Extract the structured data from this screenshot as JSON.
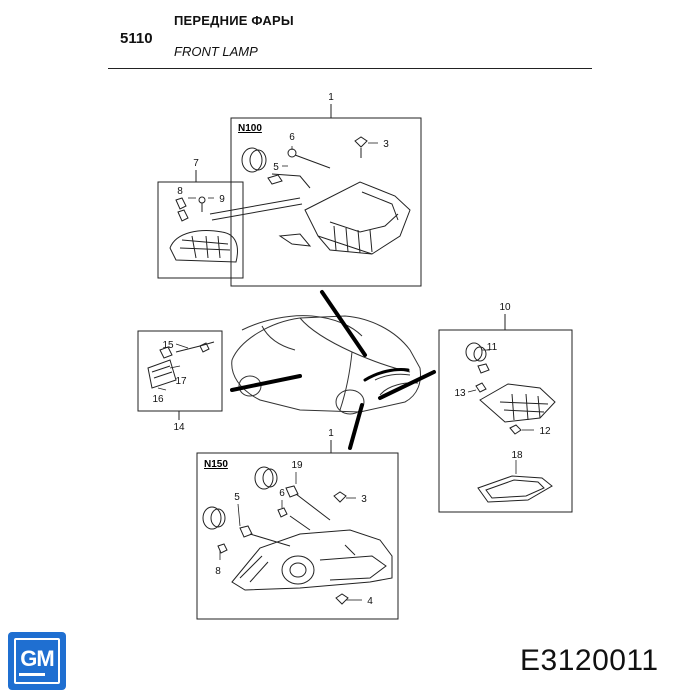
{
  "header": {
    "section_code": "5110",
    "title_ru": "ПЕРЕДНИЕ ФАРЫ",
    "title_en": "FRONT LAMP"
  },
  "part_code": "E3120011",
  "logo": {
    "text": "GM",
    "color": "#1f6fd1"
  },
  "panels": {
    "top_lamp_variant": "N100",
    "bottom_lamp_variant": "N150"
  },
  "callouts": {
    "c1a": "1",
    "c1b": "1",
    "c3a": "3",
    "c3b": "3",
    "c4": "4",
    "c5a": "5",
    "c5b": "5",
    "c6a": "6",
    "c6b": "6",
    "c7": "7",
    "c8a": "8",
    "c8b": "8",
    "c9": "9",
    "c10": "10",
    "c11": "11",
    "c12": "12",
    "c13": "13",
    "c14": "14",
    "c15": "15",
    "c16": "16",
    "c17": "17",
    "c18": "18",
    "c19": "19"
  }
}
